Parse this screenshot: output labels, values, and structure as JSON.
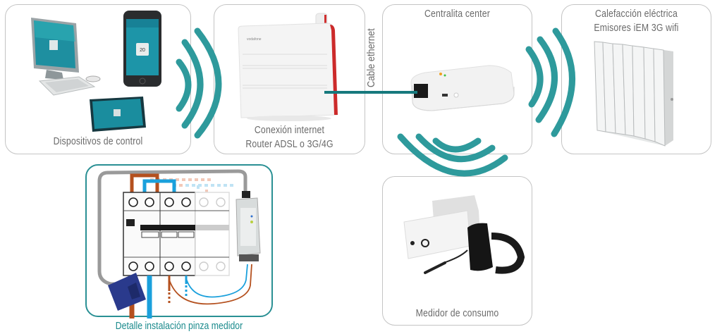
{
  "diagram": {
    "nodes": {
      "control_devices": {
        "label": "Dispositivos de control"
      },
      "router": {
        "line1": "Conexión internet",
        "line2": "Router ADSL o 3G/4G"
      },
      "central": {
        "label": "Centralita center"
      },
      "heating": {
        "line1": "Calefacción eléctrica",
        "line2": "Emisores iEM 3G wifi"
      },
      "meter": {
        "label": "Medidor de consumo"
      },
      "clamp_detail": {
        "caption": "Detalle instalación pinza medidor"
      }
    },
    "links": {
      "ethernet": {
        "label": "Cable ethernet",
        "from": "router",
        "to": "central"
      },
      "wifi": [
        {
          "from": "control_devices",
          "to": "router"
        },
        {
          "from": "central",
          "to": "heating"
        },
        {
          "from": "central",
          "to": "meter"
        }
      ]
    },
    "router_brand": "vodafone",
    "phone_temp": "20"
  },
  "colors": {
    "wave": "#2e9a9c",
    "cable": "#16797d",
    "card_border": "#c4c4c4",
    "detail_border": "#2a9094",
    "caption": "#1a8a8c",
    "wire_live": "#b4501e",
    "wire_neutral": "#1aa0dc",
    "clamp": "#2a3a8c"
  }
}
